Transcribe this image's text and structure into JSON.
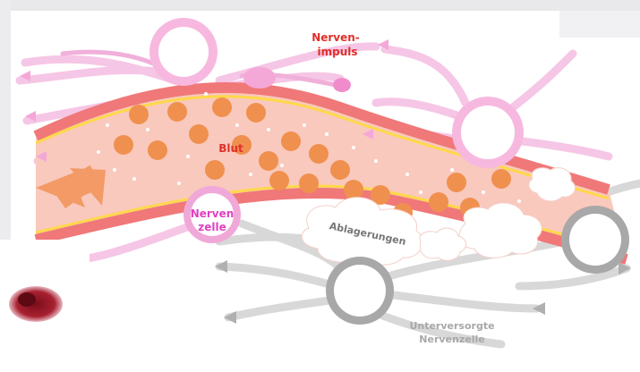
{
  "labels": {
    "nerve_impulse_line1": "Nerven-",
    "nerve_impulse_line2": "impuls",
    "blood": "Blut",
    "nerve_cell_line1": "Nerven",
    "nerve_cell_line2": "zelle",
    "deposits": "Ablagerungen",
    "undersupplied_line1": "Unterversorgte",
    "undersupplied_line2": "Nervenzelle"
  },
  "colors": {
    "vessel_wall": "#f07878",
    "vessel_inner": "#f9c9bd",
    "blood_cell": "#f0904f",
    "nerve_healthy": "#f4a8d8",
    "nerve_cell_label": "#e040c0",
    "nerve_undersupplied": "#b8b8b8",
    "impulse_text": "#e0302a",
    "arrow": "#f39a66",
    "deposit": "#ffffff"
  },
  "icons": {
    "flow_arrow": "arrow-right-icon",
    "blood_clot": "blood-clot-icon"
  }
}
